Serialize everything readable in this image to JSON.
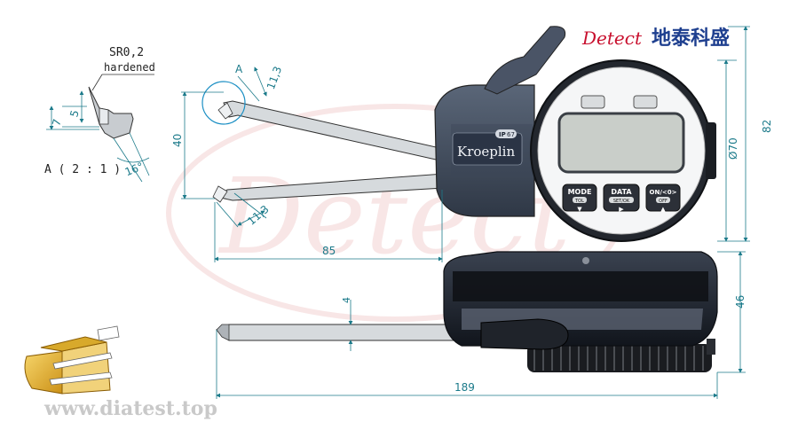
{
  "brand": {
    "latin": "Detect",
    "cjk": "地泰科盛",
    "watermark": "Detect",
    "website": "www.diatest.top",
    "colors": {
      "latin": "#c8102e",
      "cjk": "#1e3f8f",
      "watermark": "#f3d2d2"
    }
  },
  "gauge": {
    "logo_text": "Kroeplin",
    "ip_rating_prefix": "IP",
    "ip_rating_value": "67",
    "buttons": [
      {
        "main": "MODE",
        "sub": "TOL",
        "arrow": "▼"
      },
      {
        "main": "DATA",
        "sub": "SET/OK",
        "arrow": "▶"
      },
      {
        "main": "ON/<0>",
        "sub": "OFF",
        "arrow": "▲"
      }
    ],
    "colors": {
      "body": "#3f4a5c",
      "bezel": "#2b2f36",
      "display": "#c9cec9",
      "arm": "#d6dadd"
    }
  },
  "detail": {
    "tip_radius": "SR0,2",
    "tip_note": "hardened",
    "tip_dim_5": "5",
    "tip_dim_7": "7",
    "angle": "16°",
    "scale_label": "A ( 2 : 1 )",
    "circle_label": "A"
  },
  "dimensions": {
    "tip_upper": "11,3",
    "tip_lower": "11,3",
    "opening": "40",
    "reach": "85",
    "dial_dia": "Ø70",
    "height": "82",
    "arm_thickness": "4",
    "side_height": "46",
    "total_length": "189"
  }
}
